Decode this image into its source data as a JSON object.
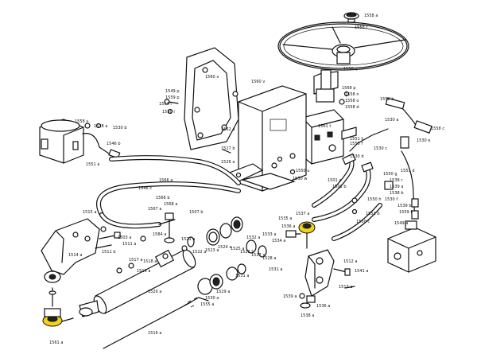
{
  "labels": {
    "l1558a": "1558 a",
    "l1558r": "1558 r",
    "l1558q": "1558 q",
    "l1560x": "1560 x",
    "l1560v": "1560 v",
    "l1568p": "1568 p",
    "l1558n": "1558 n",
    "l1558o": "1558 o",
    "l1558d": "1558 d",
    "l1549p": "1549 p",
    "l1559p": "1559 p",
    "l1554l": "1554 l",
    "l1550i": "1550 i",
    "l1558b": "1558 b",
    "l1538a": "1538 a",
    "l1530a": "1530 a",
    "l1558c": "1558 c",
    "l1558s": "1558 s",
    "l1530b": "1530 b",
    "l1561t": "1561 t",
    "l1562a": "1562 a",
    "l1546b": "1546 b",
    "l1517b": "1517 b",
    "l1526a": "1526 a",
    "l1551a": "1551 a",
    "l1551k": "1551 k",
    "l1550f": "1550 f",
    "l1530c": "1530 c",
    "l1530d": "1530 d",
    "l1530e": "1530 e",
    "l1550u": "1550 u",
    "l1550w": "1550 w",
    "l1550h": "1550 h",
    "l1550g": "1550 g",
    "l1538r": "1538 r",
    "l1539a": "1539 a",
    "l1538b": "1538 b",
    "l1530f": "1530 f",
    "l1539b": "1539 b",
    "l1559f": "1559 f",
    "l1551d": "1551 d",
    "l1549a": "1549 a",
    "l1501a": "1501 a",
    "l1501b": "1501 b",
    "l1551b": "1551 b",
    "l1550c": "1550 c",
    "l1566a": "1566 a",
    "l1546c": "1546 c",
    "l1507b": "1507 b",
    "l1566b": "1566 b",
    "l1567a": "1567 a",
    "l1568a": "1568 a",
    "l1584a": "1584 a",
    "l1515a": "1515 a",
    "l1503a": "1503 a",
    "l1511a": "1511 a",
    "l1511b": "1511 b",
    "l1514a": "1514 a",
    "l1517a": "1517 a",
    "l1518a": "1518 a",
    "l1519a": "1519 a",
    "l1521a": "1521 a",
    "l1522a": "1522 a",
    "l1523a": "1523 a",
    "l1524a": "1524 a",
    "l1525a": "1525 a",
    "l1526b": "1526 b",
    "l1527a": "1527 a",
    "l1528a": "1528 a",
    "l1529a": "1529 a",
    "l1530g": "1530 a",
    "l1531a": "1531 a",
    "l1532a": "1532 a",
    "l1533a": "1533 a",
    "l1534a": "1534 a",
    "l1535a": "1535 a",
    "l1536a": "1536 a",
    "l1537a": "1537 a",
    "l1512a": "1512 a",
    "l1541a": "1541 a",
    "l1513a": "1513 a",
    "l1531b": "1531 a",
    "l1520a": "1520 a",
    "l1555a": "1555 a",
    "l1516a": "1516 a",
    "l1561a": "1561 a",
    "l1539c": "1539 a",
    "l1536b": "1536 a",
    "l1538c": "1538 a"
  }
}
